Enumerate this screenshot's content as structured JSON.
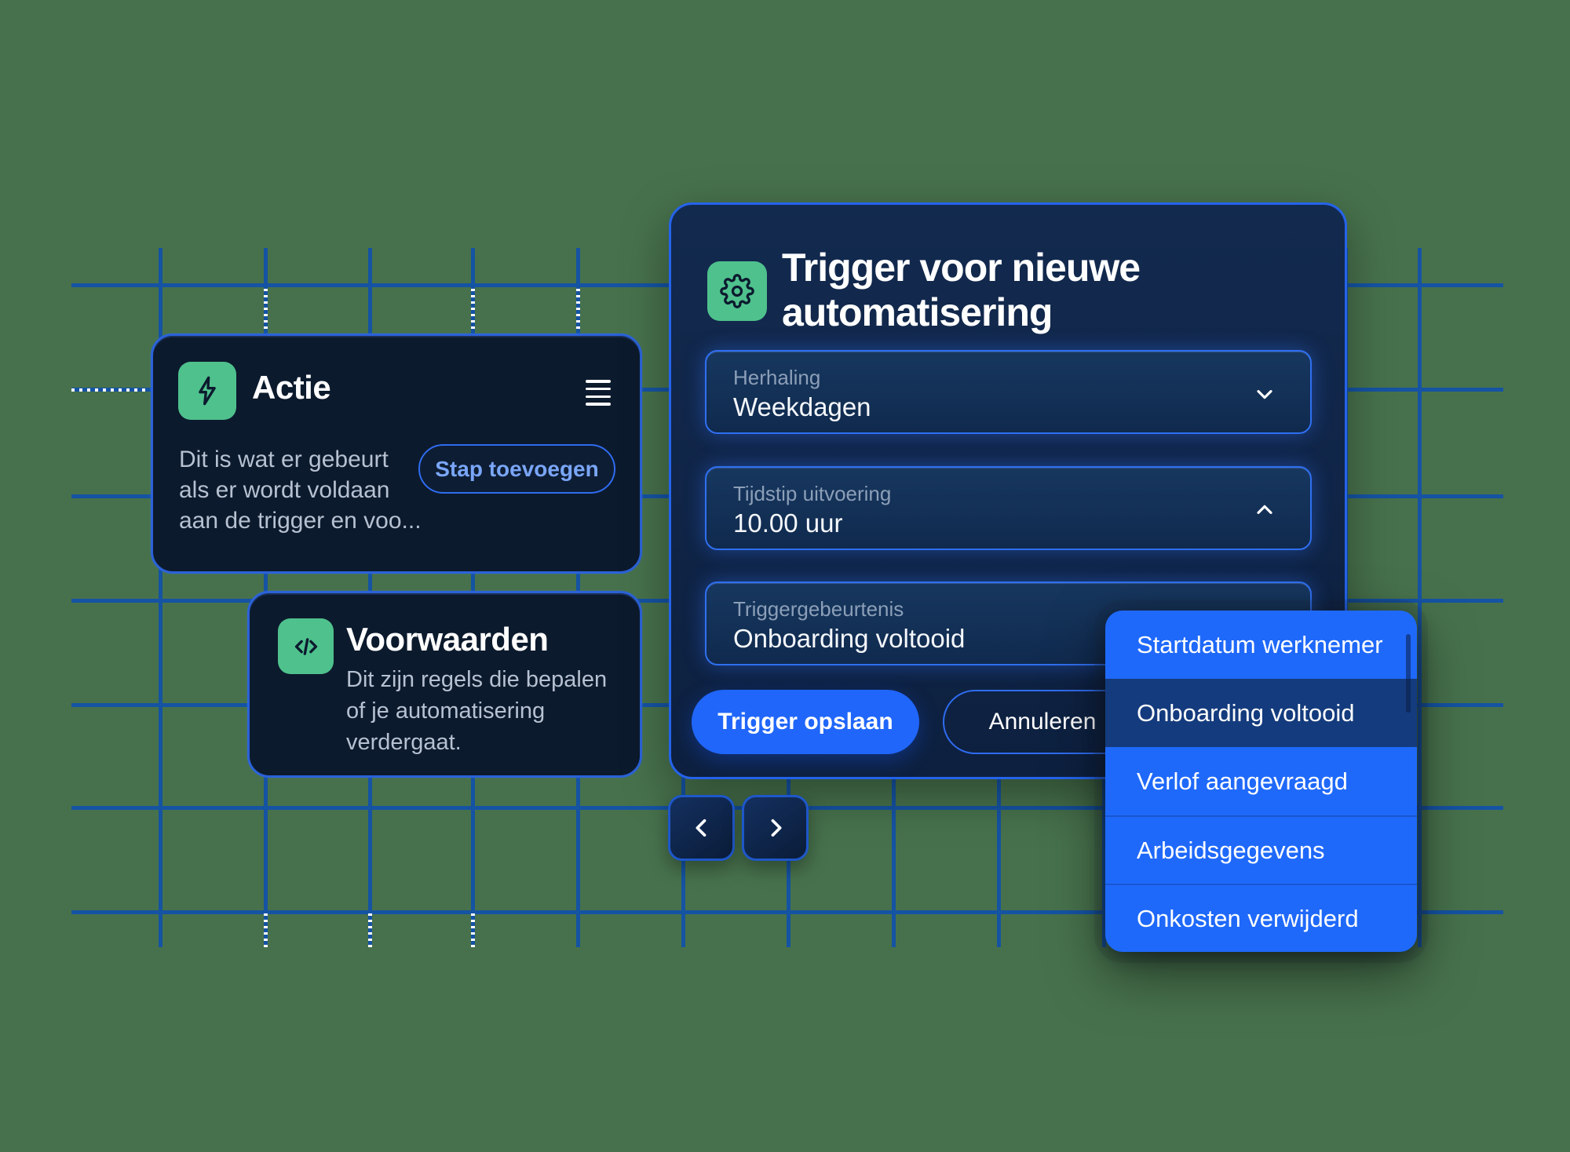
{
  "background_color": "#47714C",
  "grid_color": "#1553A3",
  "colors": {
    "accent_blue": "#2066FA",
    "dropdown_blue": "#1F69FA",
    "dropdown_selected": "#143B7D",
    "icon_green": "#4FC18D",
    "card_navy": "#0C1A2D"
  },
  "actie_card": {
    "icon": "lightning-icon",
    "menu_icon": "menu-icon",
    "title": "Actie",
    "description": "Dit is wat er gebeurt\nals er wordt voldaan\naan de trigger en voo...",
    "add_step_label": "Stap toevoegen"
  },
  "voorwaarden_card": {
    "icon": "code-icon",
    "title": "Voorwaarden",
    "description": "Dit zijn regels die bepalen\nof je automatisering\nverdergaat."
  },
  "dialog": {
    "icon": "gear-icon",
    "title": "Trigger voor nieuwe\nautomatisering",
    "fields": [
      {
        "label": "Herhaling",
        "value": "Weekdagen",
        "chevron": "chevron-down-icon"
      },
      {
        "label": "Tijdstip uitvoering",
        "value": "10.00 uur",
        "chevron": "chevron-up-icon"
      },
      {
        "label": "Triggergebeurtenis",
        "value": "Onboarding voltooid",
        "chevron": "none"
      }
    ],
    "save_label": "Trigger opslaan",
    "cancel_label": "Annuleren"
  },
  "dropdown": {
    "items": [
      "Startdatum werknemer",
      "Onboarding voltooid",
      "Verlof aangevraagd",
      "Arbeidsgegevens",
      "Onkosten verwijderd"
    ],
    "selected_index": 1
  },
  "pagination": {
    "prev_icon": "chevron-left-icon",
    "next_icon": "chevron-right-icon"
  }
}
